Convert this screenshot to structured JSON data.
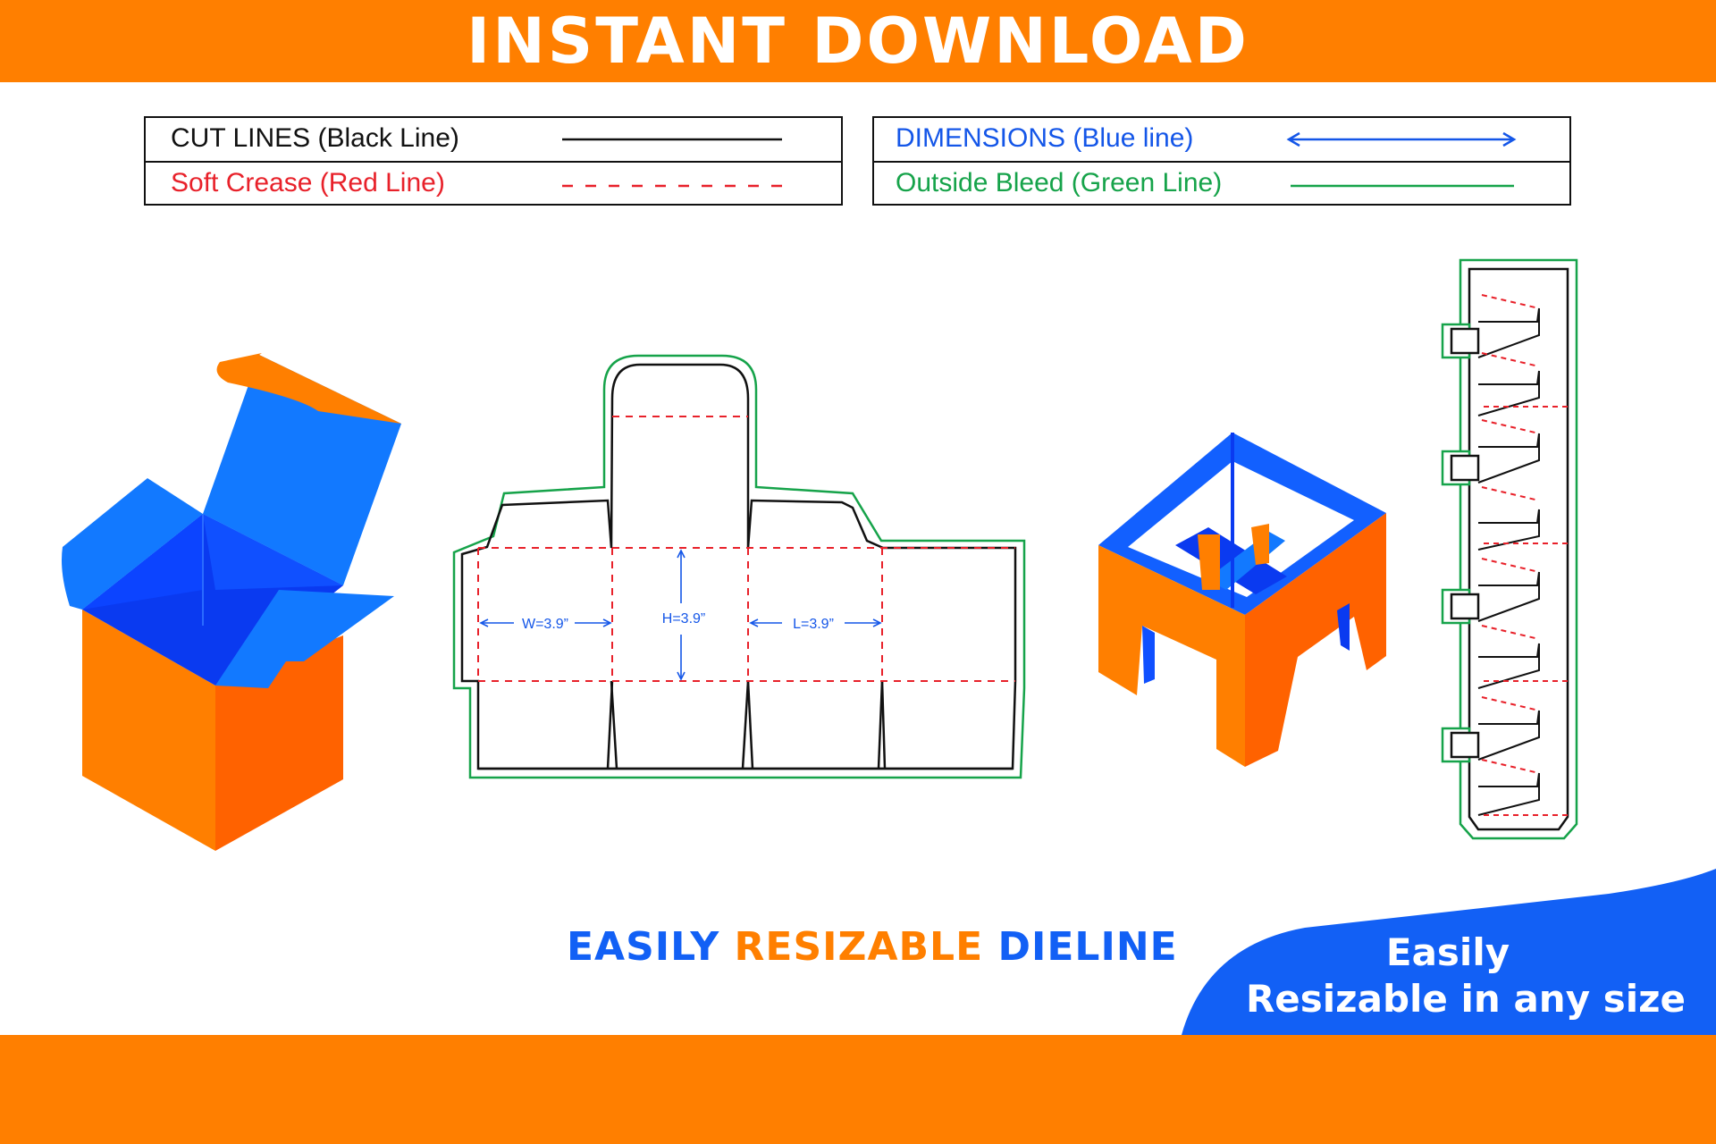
{
  "header": {
    "title": "INSTANT DOWNLOAD"
  },
  "legend": {
    "left": [
      {
        "label": "CUT LINES (Black Line)",
        "color": "#111111",
        "style": "solid"
      },
      {
        "label": "Soft Crease (Red Line)",
        "color": "#e8212a",
        "style": "dashed"
      }
    ],
    "right": [
      {
        "label": "DIMENSIONS (Blue line)",
        "color": "#1456e8",
        "style": "arrow"
      },
      {
        "label": "Outside Bleed (Green Line)",
        "color": "#16a34a",
        "style": "solid"
      }
    ]
  },
  "dieline": {
    "width_label": "W=3.9”",
    "height_label": "H=3.9”",
    "length_label": "L=3.9”"
  },
  "headline": {
    "part1": "EASILY",
    "part2": "RESIZABLE",
    "part3": "DIELINE"
  },
  "badge": {
    "line1": "Easily",
    "line2": "Resizable in any size"
  },
  "colors": {
    "orange": "#ff7f00",
    "orange_dark": "#ff6200",
    "blue": "#1279ff",
    "blue_dark": "#0a3af0",
    "badge_blue": "#1260f5"
  }
}
